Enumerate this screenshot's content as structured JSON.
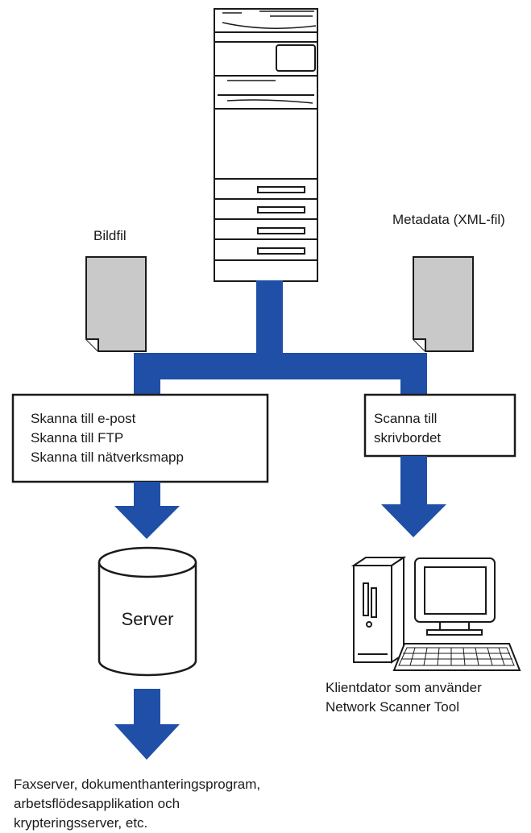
{
  "labels": {
    "image_file": "Bildfil",
    "metadata": "Metadata (XML-fil)"
  },
  "left_box": {
    "lines": [
      "Skanna till e-post",
      "Skanna till FTP",
      "Skanna till nätverksmapp"
    ]
  },
  "right_box": {
    "lines": [
      "Scanna till",
      "skrivbordet"
    ]
  },
  "server": {
    "label": "Server"
  },
  "client": {
    "lines": [
      "Klientdator som använder",
      "Network Scanner Tool"
    ]
  },
  "footer": {
    "lines": [
      "Faxserver, dokumenthanteringsprogram,",
      "arbetsflödesapplikation och",
      "krypteringsserver, etc."
    ]
  },
  "colors": {
    "arrow": "#1f4fa6",
    "document_fill": "#c9c9c9",
    "outline": "#1a1a1a"
  }
}
